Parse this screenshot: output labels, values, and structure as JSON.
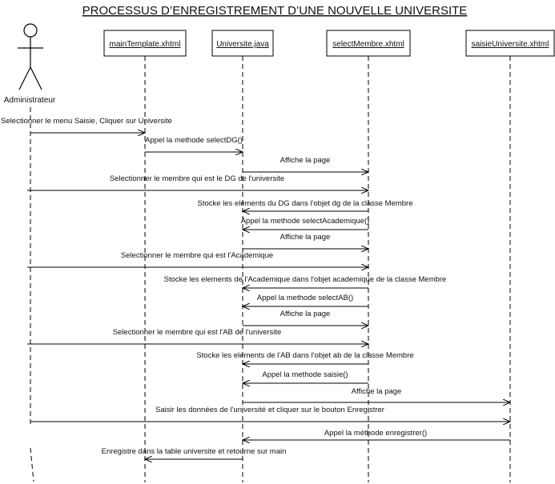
{
  "title": "PROCESSUS D’ENREGISTREMENT D’UNE NOUVELLE UNIVERSITE",
  "participants": [
    {
      "id": "admin",
      "label": "Administrateur",
      "kind": "actor"
    },
    {
      "id": "main",
      "label": "mainTemplate.xhtml",
      "kind": "object"
    },
    {
      "id": "univ",
      "label": "Universite.java",
      "kind": "object"
    },
    {
      "id": "select",
      "label": "selectMembre.xhtml",
      "kind": "object"
    },
    {
      "id": "saisie",
      "label": "saisieUniversite.xhtml",
      "kind": "object"
    }
  ],
  "messages": [
    {
      "from": "admin",
      "to": "main",
      "label": "Selectionner le menu Saisie, Cliquer sur Universite"
    },
    {
      "from": "main",
      "to": "univ",
      "label": "Appel la methode selectDG()"
    },
    {
      "from": "univ",
      "to": "select",
      "label": "Affiche la page"
    },
    {
      "from": "admin",
      "to": "select",
      "label": "Selectionner le membre qui est le DG de l'universite"
    },
    {
      "from": "select",
      "to": "univ",
      "label": "Stocke les elements du DG dans l'objet dg de la classe Membre"
    },
    {
      "from": "select",
      "to": "univ",
      "label": "Appel la methode selectAcademique()"
    },
    {
      "from": "univ",
      "to": "select",
      "label": "Affiche la page"
    },
    {
      "from": "admin",
      "to": "select",
      "label": "Selectionner le membre qui est l'Academique"
    },
    {
      "from": "select",
      "to": "univ",
      "label": "Stocke les elements de l'Academique dans l'objet academique de la classe Membre"
    },
    {
      "from": "select",
      "to": "univ",
      "label": "Appel la methode selectAB()"
    },
    {
      "from": "univ",
      "to": "select",
      "label": "Affiche la page"
    },
    {
      "from": "admin",
      "to": "select",
      "label": "Selectionner le membre qui est l'AB de l'universite"
    },
    {
      "from": "select",
      "to": "univ",
      "label": "Stocke les elements de l'AB dans l'objet ab de la classe Membre"
    },
    {
      "from": "select",
      "to": "univ",
      "label": "Appel la methode saisie()"
    },
    {
      "from": "univ",
      "to": "saisie",
      "label": "Affiche la page"
    },
    {
      "from": "admin",
      "to": "saisie",
      "label": "Saisir les données de l'université et cliquer sur le bouton Enregistrer"
    },
    {
      "from": "saisie",
      "to": "univ",
      "label": "Appel la méthode enregistrer()"
    },
    {
      "from": "univ",
      "to": "main",
      "label": "Enregistre dans la table universite et retourne sur main"
    }
  ]
}
